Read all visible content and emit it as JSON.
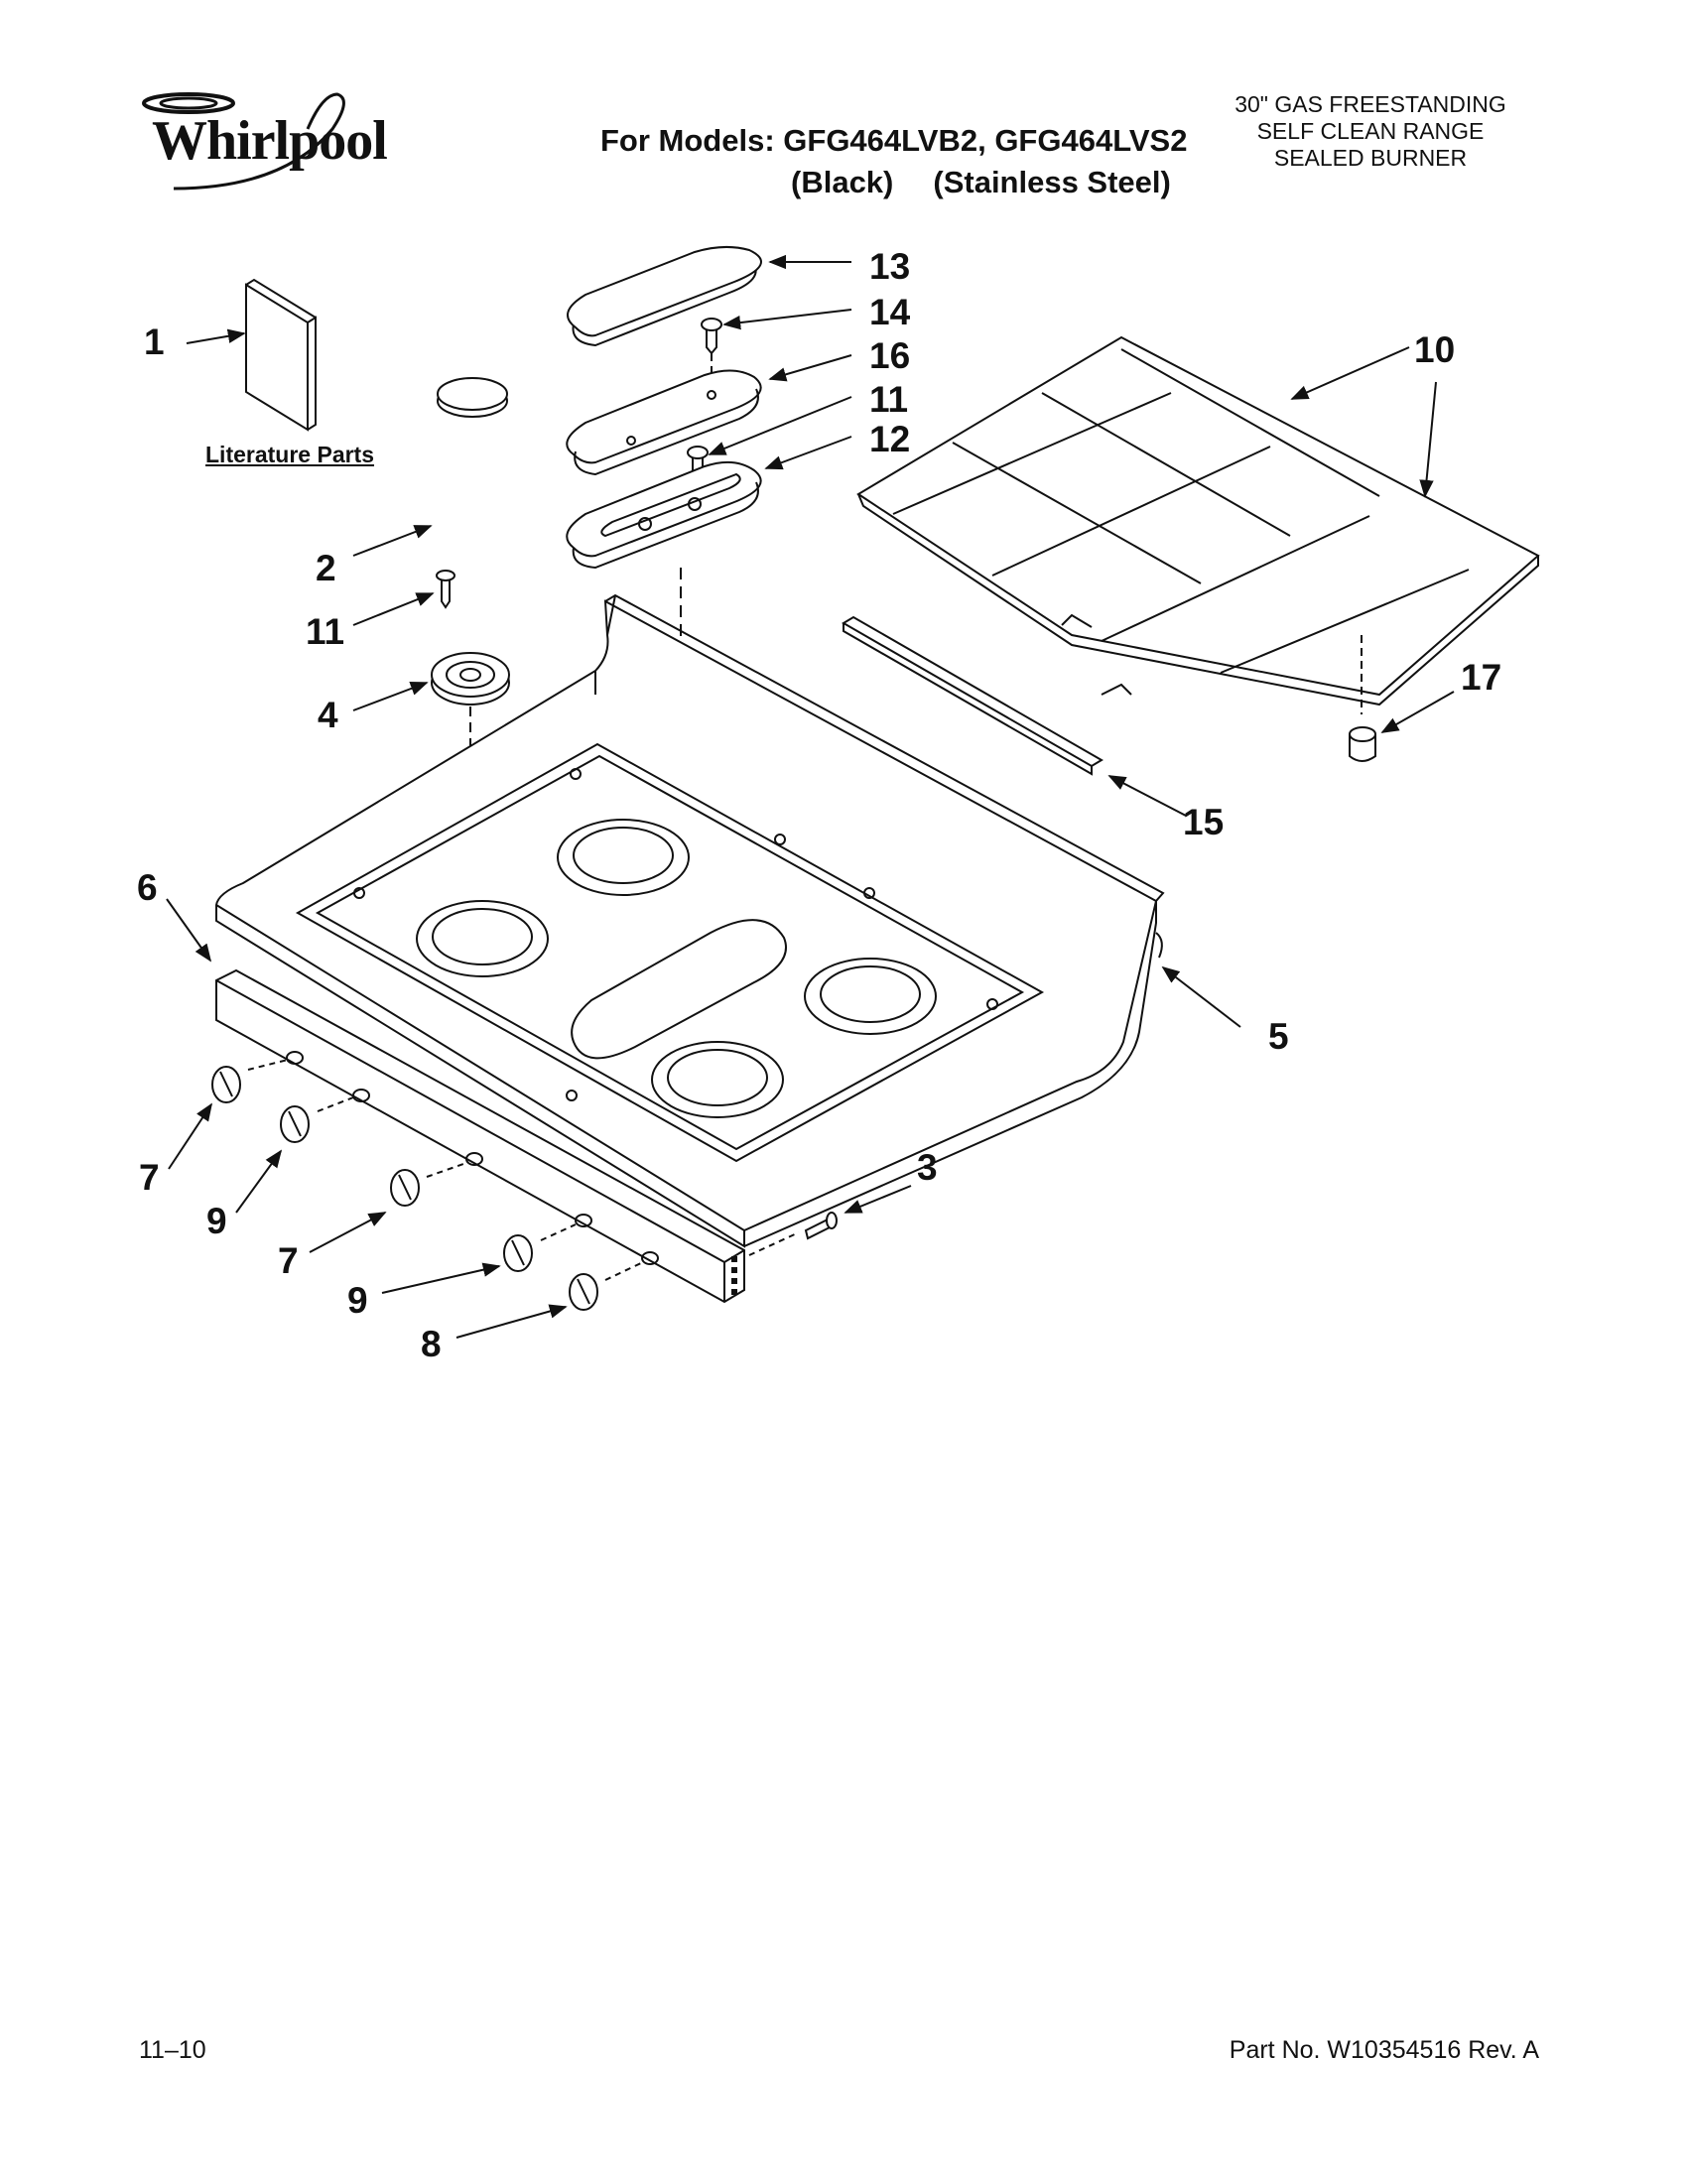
{
  "header": {
    "brand": "Whirlpool",
    "models_line": "For Models: GFG464LVB2, GFG464LVS2",
    "variant_black": "(Black)",
    "variant_stainless": "(Stainless Steel)",
    "description": [
      "30\" GAS FREESTANDING",
      "SELF CLEAN RANGE",
      "SEALED BURNER"
    ]
  },
  "diagram": {
    "literature_label": "Literature Parts",
    "callouts": {
      "c1": "1",
      "c2": "2",
      "c11a": "11",
      "c4": "4",
      "c6": "6",
      "c7a": "7",
      "c9a": "9",
      "c7b": "7",
      "c9b": "9",
      "c8": "8",
      "c13": "13",
      "c14": "14",
      "c16": "16",
      "c11b": "11",
      "c12": "12",
      "c10": "10",
      "c17": "17",
      "c15": "15",
      "c5": "5",
      "c3": "3"
    }
  },
  "footer": {
    "date_code": "11–10",
    "part_number": "Part No. W10354516 Rev. A"
  }
}
